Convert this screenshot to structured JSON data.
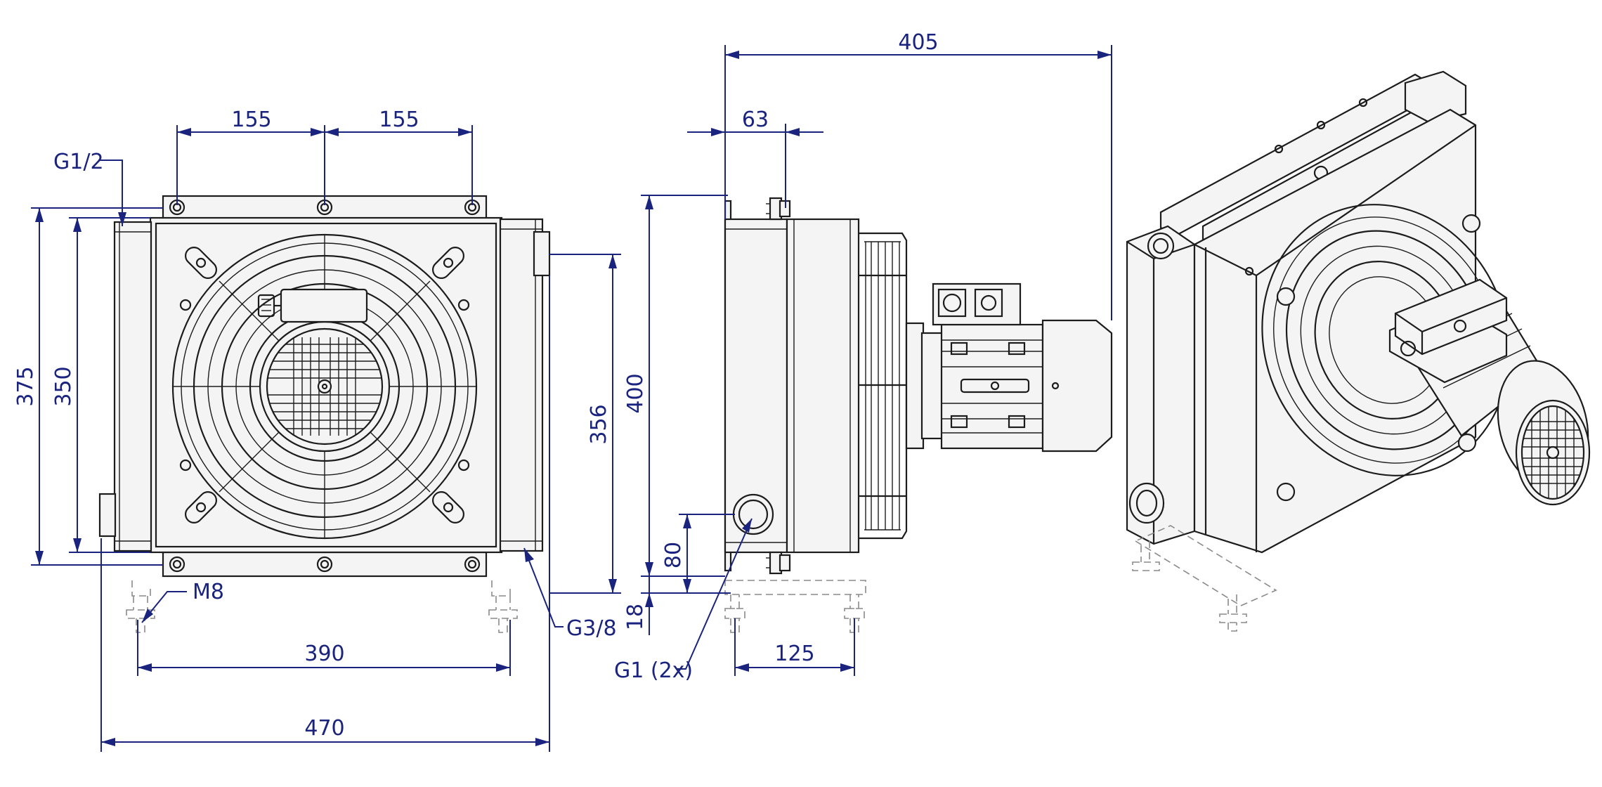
{
  "dimensions": {
    "bolt_pitch_left": "155",
    "bolt_pitch_right": "155",
    "port_top": "G1/2",
    "overall_height": "375",
    "core_height": "350",
    "port_bottom": "G3/8",
    "foot_thread": "M8",
    "foot_spacing": "390",
    "overall_width": "470",
    "side_total_depth": "405",
    "side_flange_depth": "63",
    "side_height": "400",
    "side_mount_height": "356",
    "side_port_height": "80",
    "side_foot_height": "18",
    "side_foot_spacing": "125",
    "side_ports": "G1 (2x)"
  },
  "colors": {
    "dimension": "#1a237e",
    "outline": "#1c1c1c",
    "body_fill": "#f4f4f4"
  }
}
